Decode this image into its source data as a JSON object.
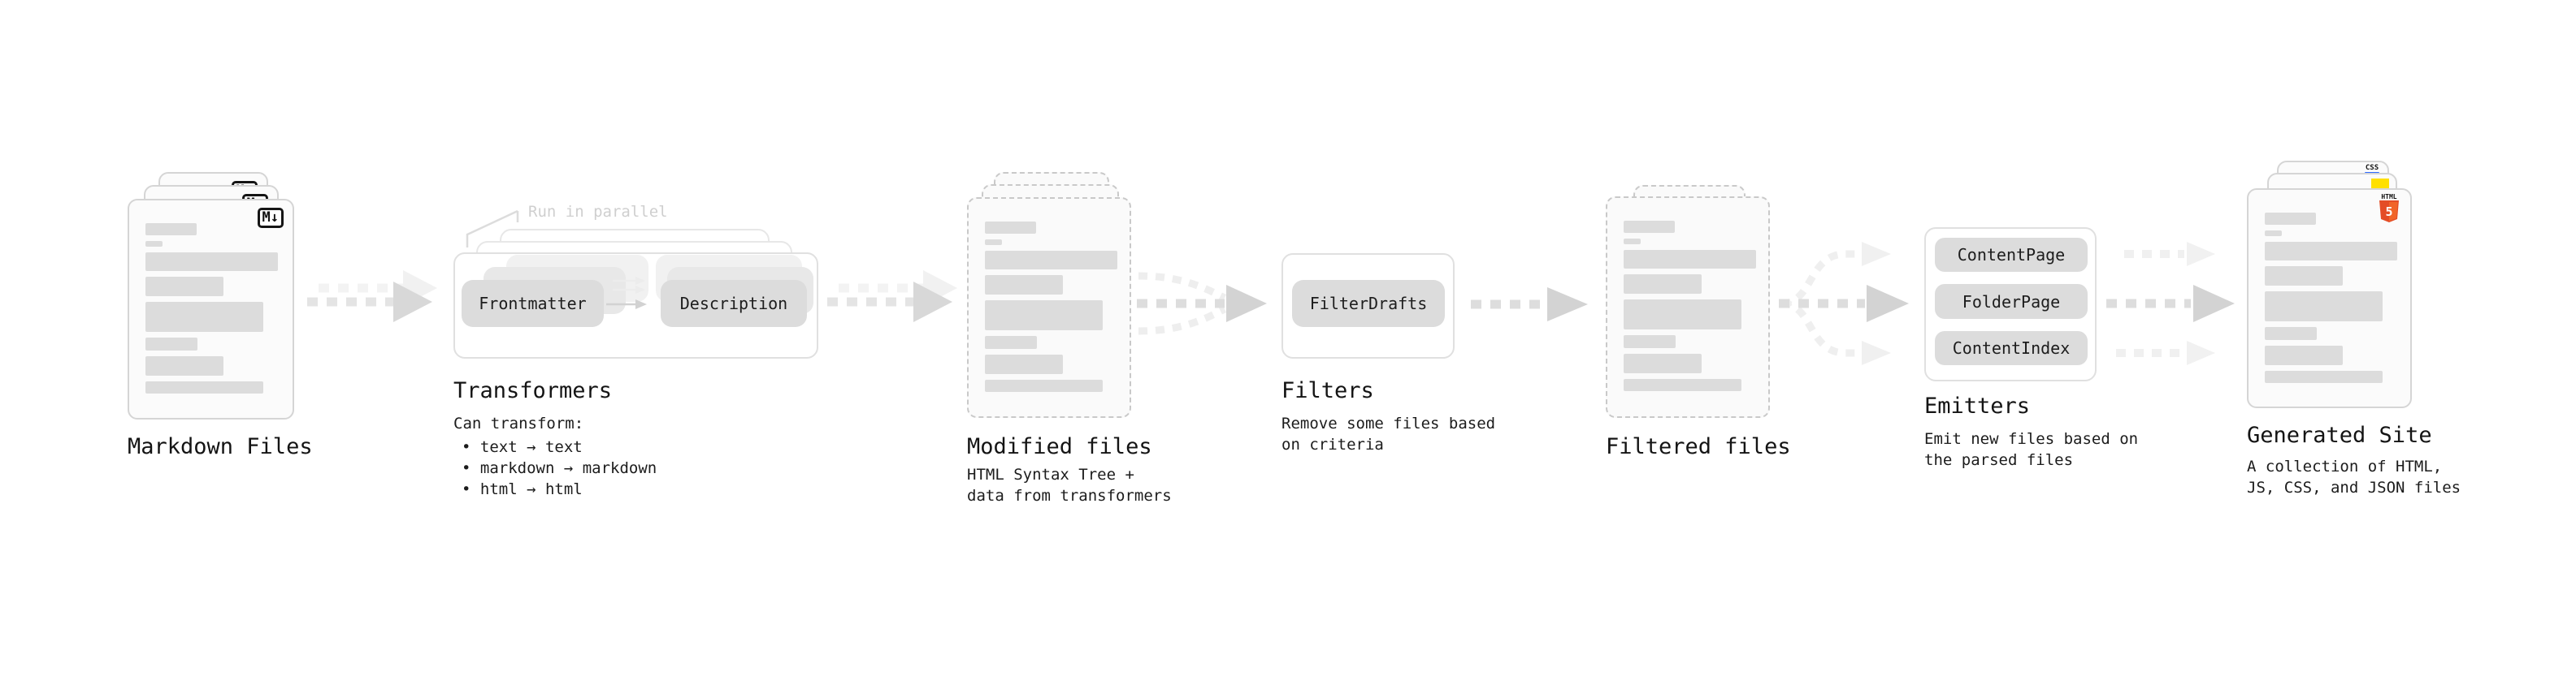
{
  "stages": {
    "markdown_files": {
      "label": "Markdown Files",
      "badge": "M↓"
    },
    "transformers": {
      "label": "Transformers",
      "note": "Run in parallel",
      "pill_left": "Frontmatter",
      "pill_right": "Description",
      "desc_heading": "Can transform:",
      "bullets": [
        "• text → text",
        "• markdown → markdown",
        "• html → html"
      ]
    },
    "modified_files": {
      "label": "Modified files",
      "desc": "HTML Syntax Tree +\ndata from transformers"
    },
    "filters": {
      "label": "Filters",
      "pill": "FilterDrafts",
      "desc": "Remove some files based\non criteria"
    },
    "filtered_files": {
      "label": "Filtered files"
    },
    "emitters": {
      "label": "Emitters",
      "pills": [
        "ContentPage",
        "FolderPage",
        "ContentIndex"
      ],
      "desc": "Emit new files based on\nthe parsed files"
    },
    "generated_site": {
      "label": "Generated Site",
      "desc": "A collection of HTML,\nJS, CSS, and JSON files",
      "css_badge": "CSS",
      "html_badge": "HTML",
      "html_badge_number": "5"
    }
  },
  "colors": {
    "html5_orange": "#e44d26",
    "html5_orange_light": "#f16529",
    "js_yellow": "#ffe000",
    "css_blue": "#2f6bff"
  }
}
